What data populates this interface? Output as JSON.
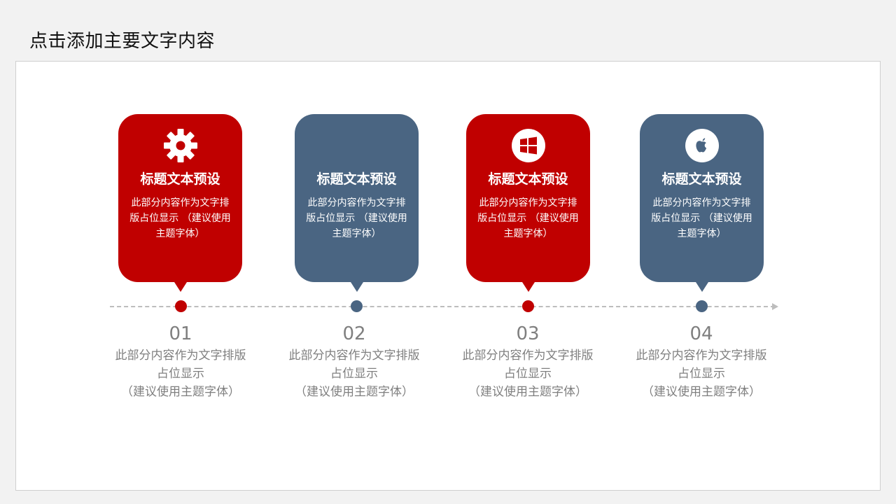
{
  "page": {
    "title": "点击添加主要文字内容"
  },
  "colors": {
    "red": "#c00000",
    "blue": "#4a6582",
    "text_gray": "#7f7f7f",
    "line_gray": "#bdbdbd"
  },
  "cards": [
    {
      "icon": "gear-icon",
      "title": "标题文本预设",
      "body": "此部分内容作为文字排版占位显示 （建议使用主题字体）",
      "color": "red"
    },
    {
      "icon": "none",
      "title": "标题文本预设",
      "body": "此部分内容作为文字排版占位显示 （建议使用主题字体）",
      "color": "blue"
    },
    {
      "icon": "windows-icon",
      "title": "标题文本预设",
      "body": "此部分内容作为文字排版占位显示 （建议使用主题字体）",
      "color": "red"
    },
    {
      "icon": "apple-icon",
      "title": "标题文本预设",
      "body": "此部分内容作为文字排版占位显示 （建议使用主题字体）",
      "color": "blue"
    }
  ],
  "steps": [
    {
      "number": "01",
      "line1": "此部分内容作为文字排版",
      "line2": "占位显示",
      "line3": "（建议使用主题字体）"
    },
    {
      "number": "02",
      "line1": "此部分内容作为文字排版",
      "line2": "占位显示",
      "line3": "（建议使用主题字体）"
    },
    {
      "number": "03",
      "line1": "此部分内容作为文字排版",
      "line2": "占位显示",
      "line3": "（建议使用主题字体）"
    },
    {
      "number": "04",
      "line1": "此部分内容作为文字排版",
      "line2": "占位显示",
      "line3": "（建议使用主题字体）"
    }
  ]
}
